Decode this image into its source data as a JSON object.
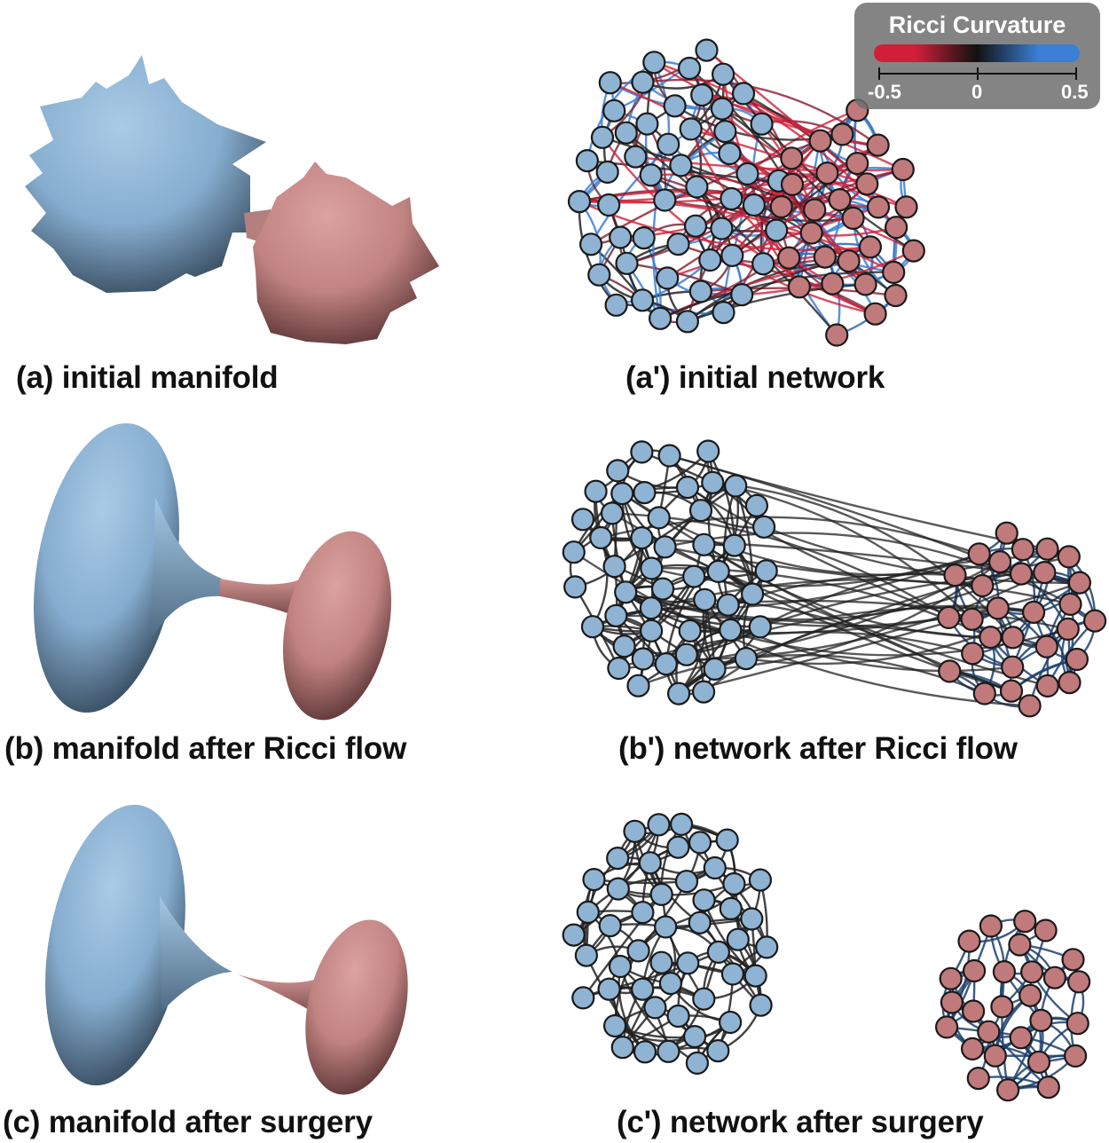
{
  "panels": {
    "a": {
      "caption": "(a) initial manifold"
    },
    "a_prime": {
      "caption": "(a') initial network"
    },
    "b": {
      "caption": "(b) manifold after Ricci flow"
    },
    "b_prime": {
      "caption": "(b') network after Ricci flow"
    },
    "c": {
      "caption": "(c) manifold after surgery"
    },
    "c_prime": {
      "caption": "(c') network after surgery"
    }
  },
  "legend": {
    "title": "Ricci Curvature",
    "ticks": [
      "-0.5",
      "0",
      "0.5"
    ],
    "colors": {
      "negative": "#d11f3a",
      "zero": "#111111",
      "positive": "#3b7fd6"
    }
  },
  "colors": {
    "community_blue": "#8fb3d2",
    "community_red": "#c07a7c",
    "manifold_blue": "#8fb8d8",
    "manifold_red": "#c98a88",
    "edge_dark": "#222222",
    "edge_navy": "#1c3f6e"
  }
}
